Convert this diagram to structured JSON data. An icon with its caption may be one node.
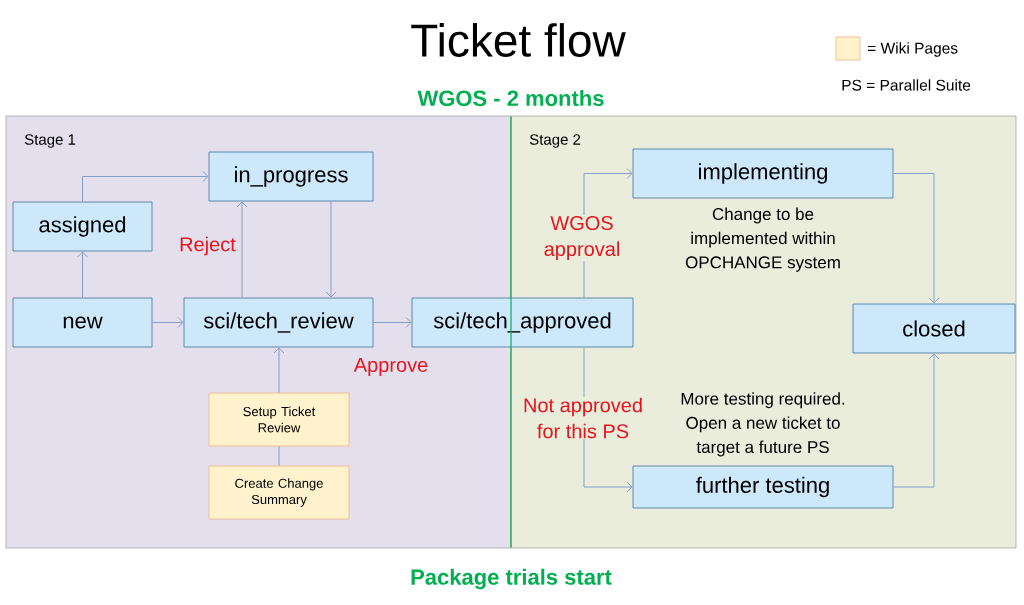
{
  "diagram": {
    "title": "Ticket flow",
    "nodes": [
      {
        "text": [
          "Stage 1"
        ]
      },
      {
        "text": [
          "Stage 2"
        ]
      },
      {
        "text": [
          "assigned"
        ],
        "in": 0
      },
      {
        "text": [
          "in_progress"
        ],
        "in": 0
      },
      {
        "text": [
          "new"
        ],
        "in": 0
      },
      {
        "text": [
          "sci/tech_review"
        ],
        "in": 0
      },
      {
        "text": [
          "Setup Ticket Review"
        ],
        "in": 0
      },
      {
        "text": [
          "Create Change Summary"
        ],
        "in": 0
      },
      {
        "text": [
          "sci/tech_approved"
        ]
      },
      {
        "text": [
          "implementing"
        ],
        "in": 1,
        "beside": [
          "Change to be implemented within OPCHANGE system"
        ]
      },
      {
        "text": [
          "closed"
        ],
        "in": 1
      },
      {
        "text": [
          "further testing"
        ],
        "in": 1,
        "beside": [
          "More testing required. Open a new ticket to target a future PS"
        ]
      }
    ],
    "edges": [
      {
        "from": 4,
        "to": 2,
        "arrow": "to"
      },
      {
        "from": 2,
        "to": 3,
        "arrow": "to"
      },
      {
        "from": 4,
        "to": 5,
        "arrow": "to"
      },
      {
        "from": 5,
        "to": 3,
        "arrow": "to",
        "label": "Reject"
      },
      {
        "from": 3,
        "to": 5,
        "arrow": "to"
      },
      {
        "from": 5,
        "to": 8,
        "arrow": "to",
        "label": "Approve"
      },
      {
        "from": 6,
        "to": 5,
        "arrow": "to"
      },
      {
        "from": 7,
        "to": 6,
        "arrow": "none"
      },
      {
        "from": 8,
        "to": 9,
        "arrow": "to",
        "label": "WGOS approval"
      },
      {
        "from": 8,
        "to": 11,
        "arrow": "to",
        "label": "Not approved for this PS"
      },
      {
        "from": 9,
        "to": 10,
        "arrow": "to"
      },
      {
        "from": 11,
        "to": 10,
        "arrow": "to"
      }
    ],
    "labels": [
      "PS = Parallel Suite",
      "WGOS - 2 months",
      "Package trials start"
    ],
    "legend": [
      {
        "text": "= Wiki Pages",
        "color": "#fff2cc"
      }
    ]
  }
}
